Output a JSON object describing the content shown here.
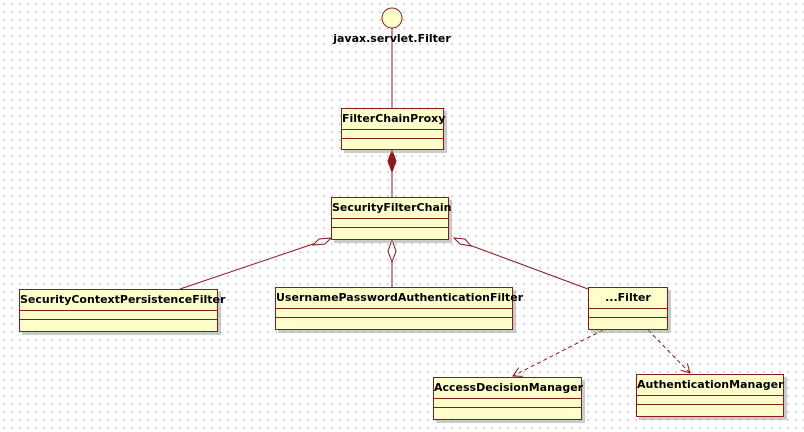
{
  "diagram": {
    "interface_name": "javax.servlet.Filter",
    "classes": {
      "filter_chain_proxy": "FilterChainProxy",
      "security_filter_chain": "SecurityFilterChain",
      "security_context_persistence_filter": "SecurityContextPersistenceFilter",
      "username_password_authentication_filter": "UsernamePasswordAuthenticationFilter",
      "generic_filter": "...Filter",
      "access_decision_manager": "AccessDecisionManager",
      "authentication_manager": "AuthenticationManager"
    },
    "colors": {
      "class_fill": "#ffffcc",
      "line": "#8b1a1a",
      "interface_fill": "#ffffcc"
    }
  }
}
